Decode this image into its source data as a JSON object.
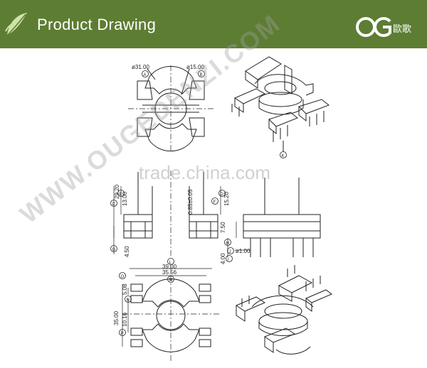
{
  "header": {
    "title": "Product Drawing",
    "logo_text": "歐歌",
    "bg_color": "#5d7d33"
  },
  "watermarks": {
    "diagonal": "WWW.OUGEDENZI.COM",
    "center": "trade.china.com"
  },
  "top_view": {
    "dim_a": "ø31.00",
    "dim_b": "ø15.00",
    "label_a": "A",
    "label_b": "B"
  },
  "iso_top": {
    "label": "K"
  },
  "side_view": {
    "dim_c": "29.20",
    "dim_e": "13.00",
    "dim_f": "0.85±0.05",
    "dim_d": "15.20",
    "dim_g": "4.50",
    "dim_h": "7.50",
    "dim_i": "4.00",
    "dim_j": "ø1.00",
    "label_c": "C",
    "label_e": "E",
    "label_f": "F",
    "label_d": "D",
    "label_g": "G",
    "label_h": "H",
    "label_i": "I",
    "label_j": "J"
  },
  "bottom_view": {
    "dim_l": "39.00",
    "dim_m": "35.56",
    "dim_o": "5.08",
    "dim_n": "10.16",
    "dim_p": "35.00",
    "label_l": "L",
    "label_m": "M",
    "label_o": "O",
    "label_n": "N",
    "label_p": "P"
  }
}
